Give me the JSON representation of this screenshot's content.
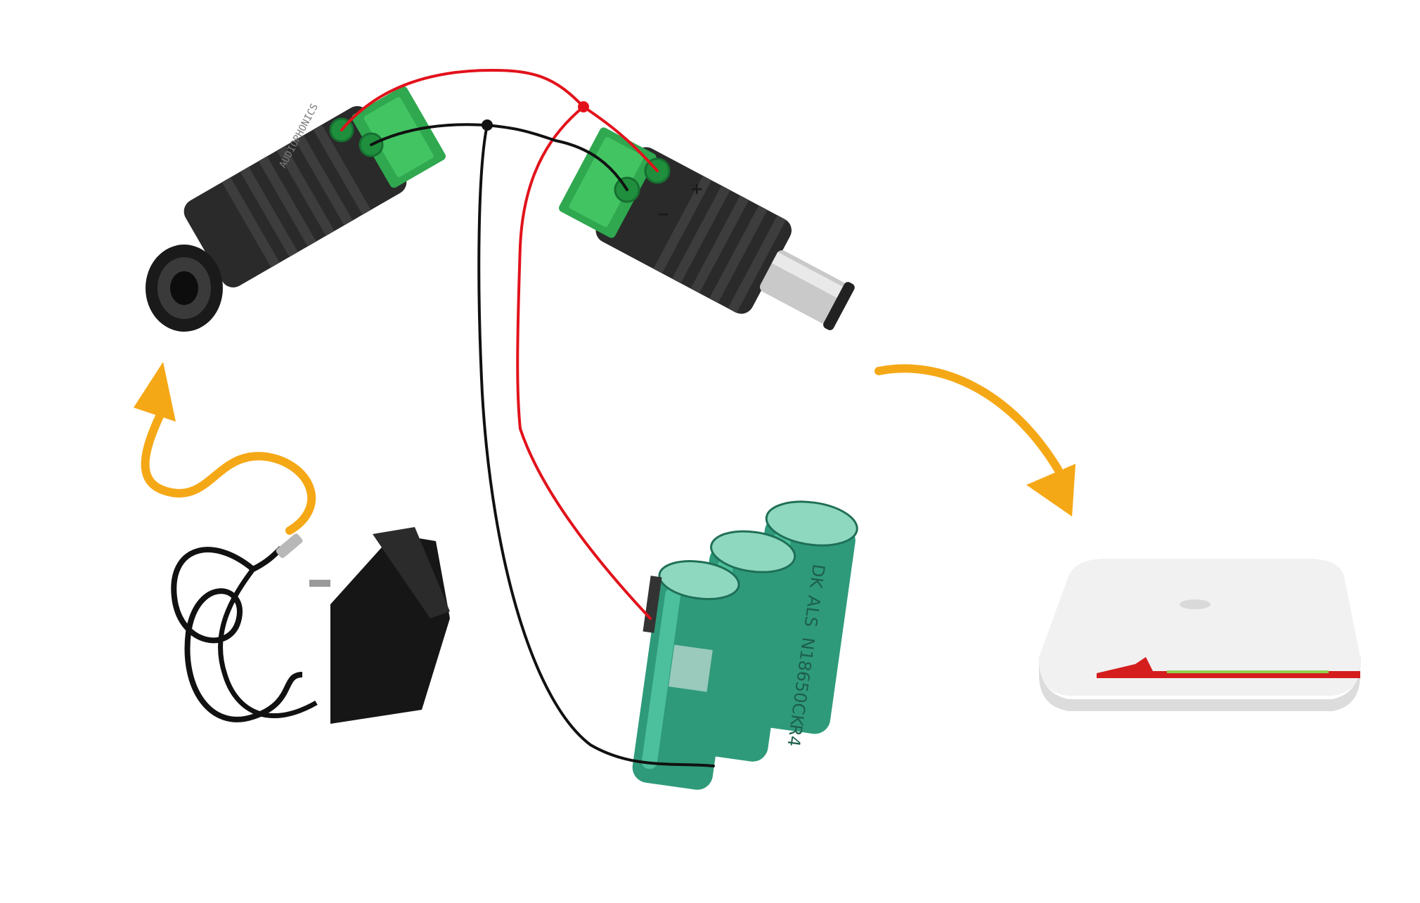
{
  "battery_pack": {
    "cell_markings": [
      "DK",
      "ALS",
      "N18650CK",
      "R4"
    ]
  },
  "female_connector": {
    "print": "AUDIOPHONICS"
  },
  "male_connector": {
    "positive_mark": "+",
    "negative_mark": "−"
  },
  "colors": {
    "wire_positive": "#e2121b",
    "wire_negative": "#111111",
    "arrow": "#f5a816",
    "terminal_block": "#2fa84f",
    "battery_cell": "#2e9a7a",
    "router_accent": "#d41e1e"
  },
  "icons": [
    "power-adapter-icon",
    "female-dc-jack-icon",
    "male-dc-plug-icon",
    "battery-pack-icon",
    "router-icon",
    "arrow-icon"
  ]
}
